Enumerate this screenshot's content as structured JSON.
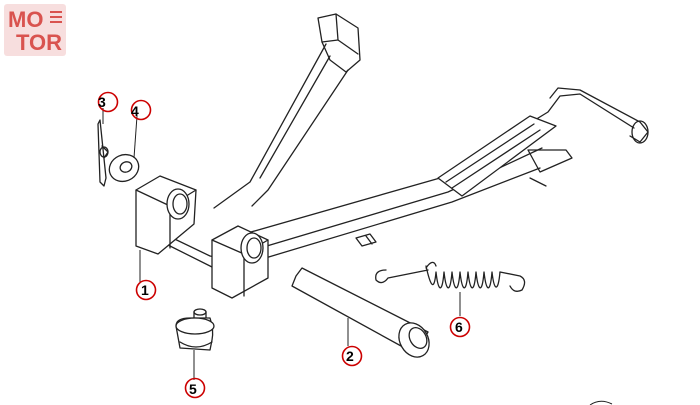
{
  "logo": {
    "line1": "MO",
    "line2": "TOR",
    "color": "#d9534f"
  },
  "callouts": [
    {
      "id": "1",
      "label": "1"
    },
    {
      "id": "2",
      "label": "2"
    },
    {
      "id": "3",
      "label": "3"
    },
    {
      "id": "4",
      "label": "4"
    },
    {
      "id": "5",
      "label": "5"
    },
    {
      "id": "6",
      "label": "6"
    }
  ],
  "colors": {
    "callout_ring": "#cc0000",
    "line": "#222222",
    "background": "#ffffff"
  }
}
